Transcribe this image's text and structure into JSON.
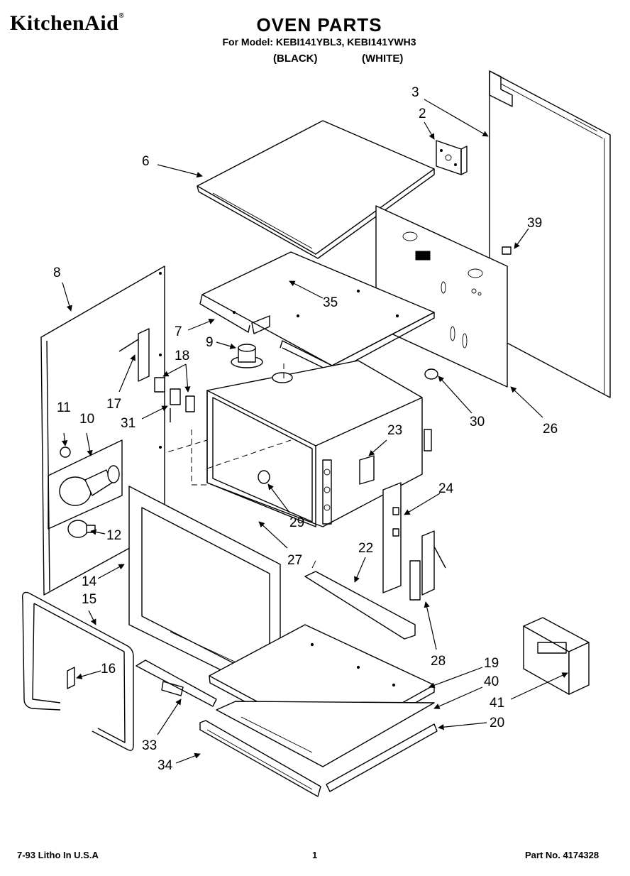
{
  "header": {
    "brand": "KitchenAid",
    "title": "OVEN PARTS",
    "model_line": "For Model: KEBI141YBL3, KEBI141YWH3",
    "variant_black": "(BLACK)",
    "variant_white": "(WHITE)"
  },
  "footer": {
    "date_litho": "7-93 Litho In U.S.A",
    "page_number": "1",
    "part_number": "Part No. 4174328"
  },
  "callouts": [
    "2",
    "3",
    "6",
    "39",
    "8",
    "35",
    "7",
    "9",
    "18",
    "17",
    "31",
    "11",
    "10",
    "30",
    "26",
    "23",
    "24",
    "29",
    "12",
    "27",
    "22",
    "14",
    "15",
    "28",
    "16",
    "19",
    "40",
    "41",
    "20",
    "33",
    "34"
  ]
}
